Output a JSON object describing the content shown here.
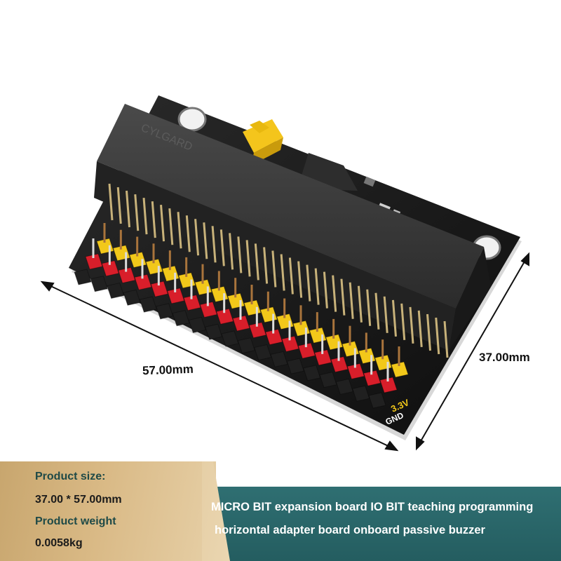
{
  "image": {
    "subject": "micro:bit horizontal expansion board",
    "board_markings": {
      "brand_on_connector": "CYLGARD",
      "pin_label_1": "3.3V",
      "pin_label_2": "GND"
    }
  },
  "dimensions": {
    "width_label": "57.00mm",
    "height_label": "37.00mm"
  },
  "specs": {
    "size_label": "Product size:",
    "size_value": "37.00 * 57.00mm",
    "weight_label": "Product weight",
    "weight_value": "0.0058kg"
  },
  "banner": {
    "line1": "MICRO BIT expansion board IO BIT teaching programming",
    "line2": "horizontal adapter board onboard passive buzzer"
  },
  "colors": {
    "pcb": "#151515",
    "connector": "#2a2a2a",
    "pin_yellow": "#f2c81a",
    "pin_red": "#d81e2a",
    "pin_black": "#202020",
    "jumper": "#f4c51c",
    "banner_teal": "#2a6669",
    "banner_tan": "#d4b27c"
  }
}
